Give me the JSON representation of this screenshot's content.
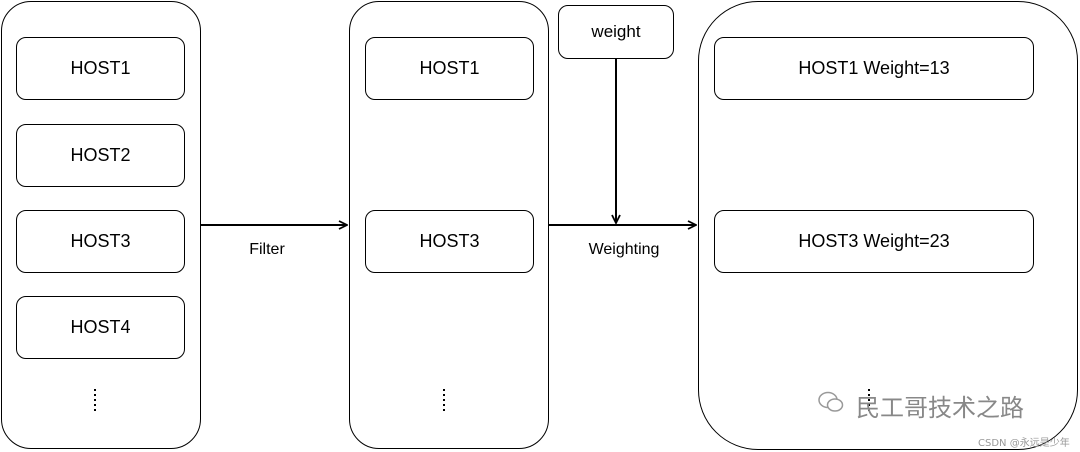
{
  "source": {
    "hosts": [
      "HOST1",
      "HOST2",
      "HOST3",
      "HOST4"
    ],
    "more": "⋮"
  },
  "filtered": {
    "hosts": [
      "HOST1",
      "HOST3"
    ],
    "more": "⋮"
  },
  "weighted": {
    "hosts": [
      "HOST1 Weight=13",
      "HOST3 Weight=23"
    ]
  },
  "edges": {
    "filter_label": "Filter",
    "weighting_label": "Weighting",
    "weight_input_label": "weight"
  },
  "watermark": {
    "brand": "民工哥技术之路",
    "credit": "CSDN @永远是少年"
  }
}
